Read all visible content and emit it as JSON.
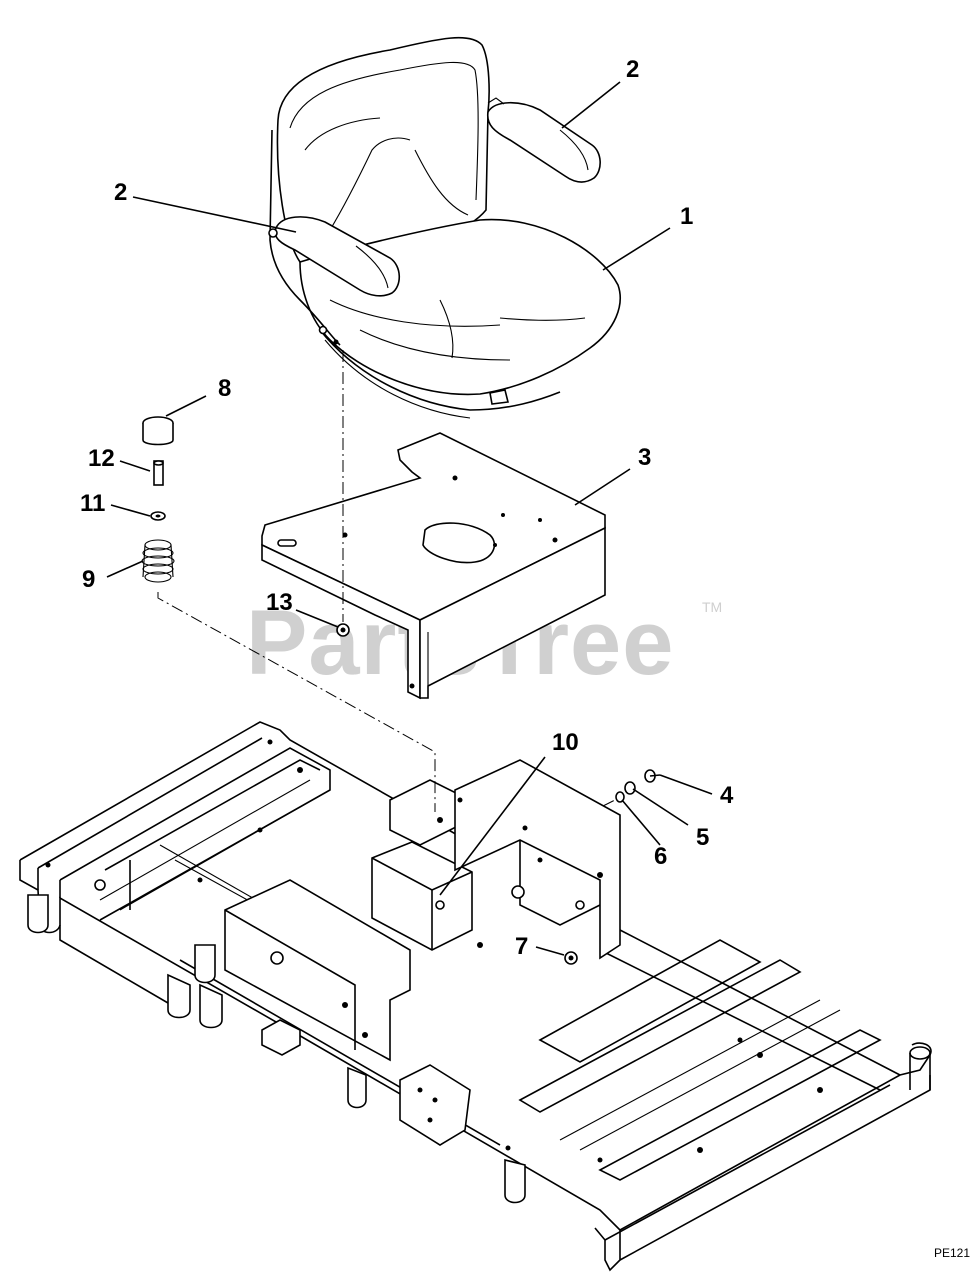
{
  "watermark": {
    "text": "PartsTree",
    "trademark": "TM"
  },
  "drawing_code": "PE121",
  "parts": [
    {
      "id": "seat",
      "label": "1",
      "name": "seat"
    },
    {
      "id": "armrest-right",
      "label": "2"
    },
    {
      "id": "armrest-left",
      "label": "2"
    },
    {
      "id": "seat-plate",
      "label": "3"
    },
    {
      "id": "bolt",
      "label": "4"
    },
    {
      "id": "washer",
      "label": "5"
    },
    {
      "id": "lock-washer",
      "label": "6"
    },
    {
      "id": "nut",
      "label": "7"
    },
    {
      "id": "bumper",
      "label": "8"
    },
    {
      "id": "spring",
      "label": "9"
    },
    {
      "id": "pin",
      "label": "10"
    },
    {
      "id": "washer-small",
      "label": "11"
    },
    {
      "id": "spacer",
      "label": "12"
    },
    {
      "id": "nut-small",
      "label": "13"
    }
  ]
}
